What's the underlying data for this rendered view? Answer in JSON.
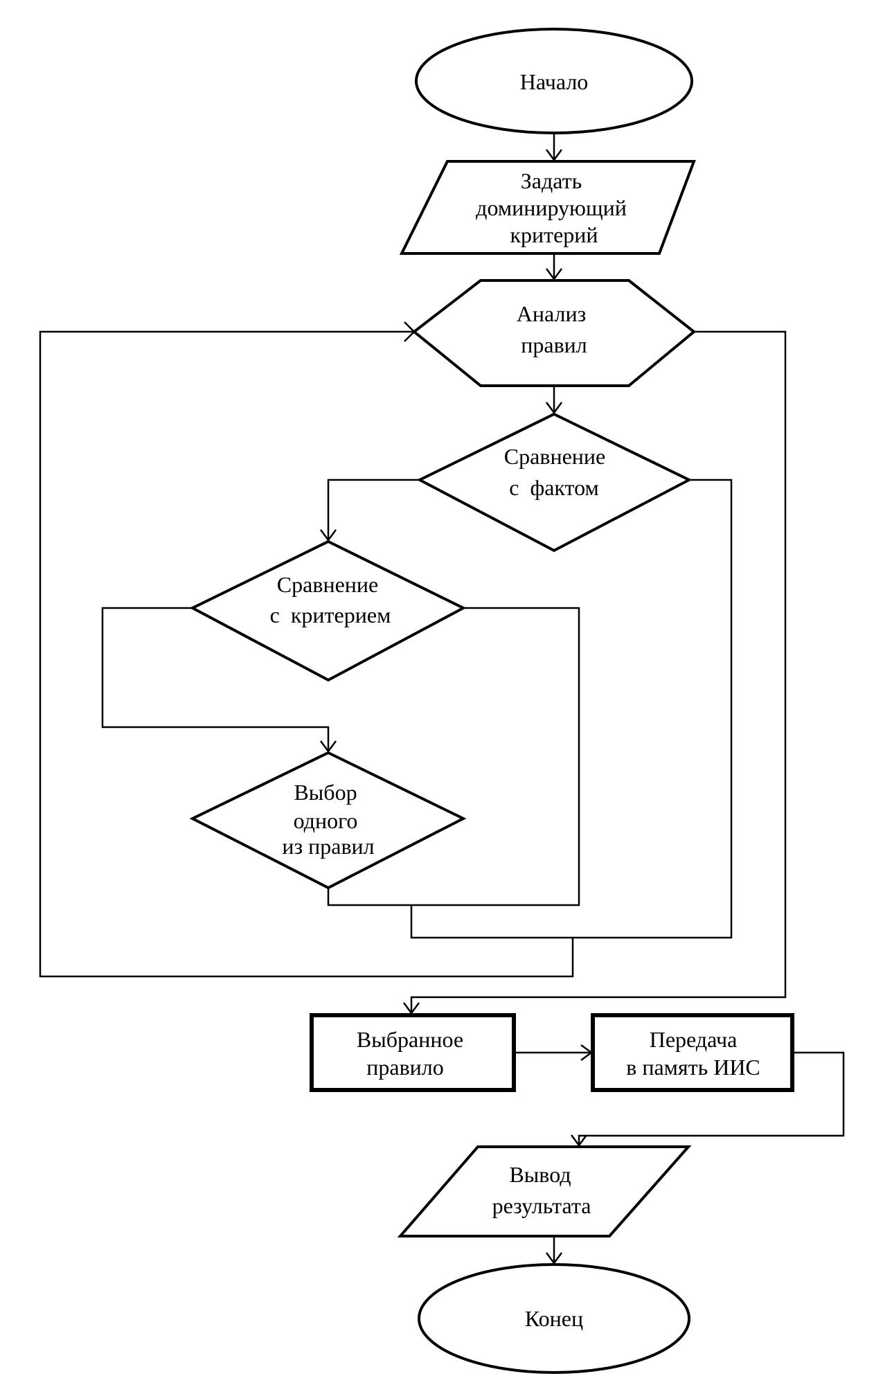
{
  "diagram": {
    "type": "flowchart",
    "line_color": "#000000",
    "background": "#ffffff",
    "nodes": [
      {
        "id": "start",
        "shape": "terminal",
        "lines": [
          "Начало"
        ]
      },
      {
        "id": "set-criterion",
        "shape": "input-output",
        "lines": [
          "Задать",
          "доминирующий",
          "критерий"
        ]
      },
      {
        "id": "analyze-rules",
        "shape": "loop-preparation",
        "lines": [
          "Анализ",
          "правил"
        ]
      },
      {
        "id": "compare-fact",
        "shape": "decision",
        "lines": [
          "Сравнение",
          "с  фактом"
        ]
      },
      {
        "id": "compare-criterion",
        "shape": "decision",
        "lines": [
          "Сравнение",
          "с  критерием"
        ]
      },
      {
        "id": "choose-rule",
        "shape": "decision",
        "lines": [
          "Выбор",
          "одного",
          "из правил"
        ]
      },
      {
        "id": "selected-rule",
        "shape": "process",
        "lines": [
          "Выбранное",
          "правило"
        ]
      },
      {
        "id": "transfer-memory",
        "shape": "process",
        "lines": [
          "Передача",
          "в память ИИС"
        ]
      },
      {
        "id": "output-result",
        "shape": "input-output",
        "lines": [
          "Вывод",
          "результата"
        ]
      },
      {
        "id": "end",
        "shape": "terminal",
        "lines": [
          "Конец"
        ]
      }
    ],
    "edges": [
      {
        "from": "start",
        "to": "set-criterion"
      },
      {
        "from": "set-criterion",
        "to": "analyze-rules"
      },
      {
        "from": "analyze-rules",
        "to": "compare-fact"
      },
      {
        "from": "compare-fact",
        "to": "compare-criterion"
      },
      {
        "from": "compare-fact",
        "to": "analyze-rules"
      },
      {
        "from": "compare-criterion",
        "to": "choose-rule"
      },
      {
        "from": "compare-criterion",
        "to": "analyze-rules"
      },
      {
        "from": "choose-rule",
        "to": "analyze-rules"
      },
      {
        "from": "analyze-rules",
        "to": "selected-rule"
      },
      {
        "from": "selected-rule",
        "to": "transfer-memory"
      },
      {
        "from": "transfer-memory",
        "to": "output-result"
      },
      {
        "from": "output-result",
        "to": "end"
      }
    ]
  }
}
